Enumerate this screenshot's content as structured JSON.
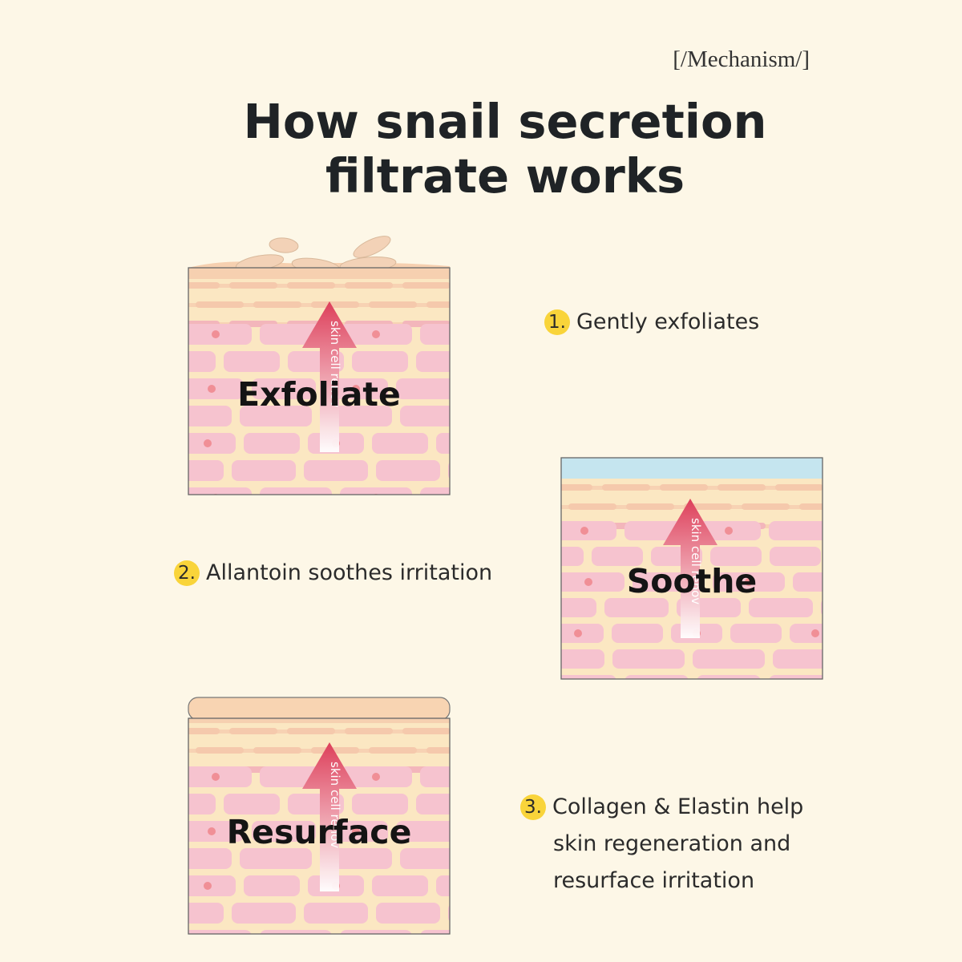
{
  "header": {
    "tag": "[/Mechanism/]",
    "title_lines": [
      "How snail secretion",
      "filtrate works"
    ]
  },
  "panels": [
    {
      "label": "Exfoliate",
      "arrow_text": "skin cell renov"
    },
    {
      "label": "Soothe",
      "arrow_text": "skin cell renov"
    },
    {
      "label": "Resurface",
      "arrow_text": "skin cell renov"
    }
  ],
  "steps": [
    {
      "number": "1.",
      "lines": [
        "Gently exfoliates"
      ]
    },
    {
      "number": "2.",
      "lines": [
        "Allantoin soothes irritation"
      ]
    },
    {
      "number": "3.",
      "lines": [
        "Collagen & Elastin help",
        "skin regeneration and",
        "resurface irritation"
      ]
    }
  ],
  "colors": {
    "background": "#fdf7e7",
    "cell": "#f6c3cf",
    "cell_dot": "#f08f96",
    "tissue": "#fbe7c2",
    "top_layer": "#f6d0b0",
    "soothe_layer": "#c5e5ef",
    "arrow": "#dd3f5a",
    "badge": "#f9d43a"
  }
}
